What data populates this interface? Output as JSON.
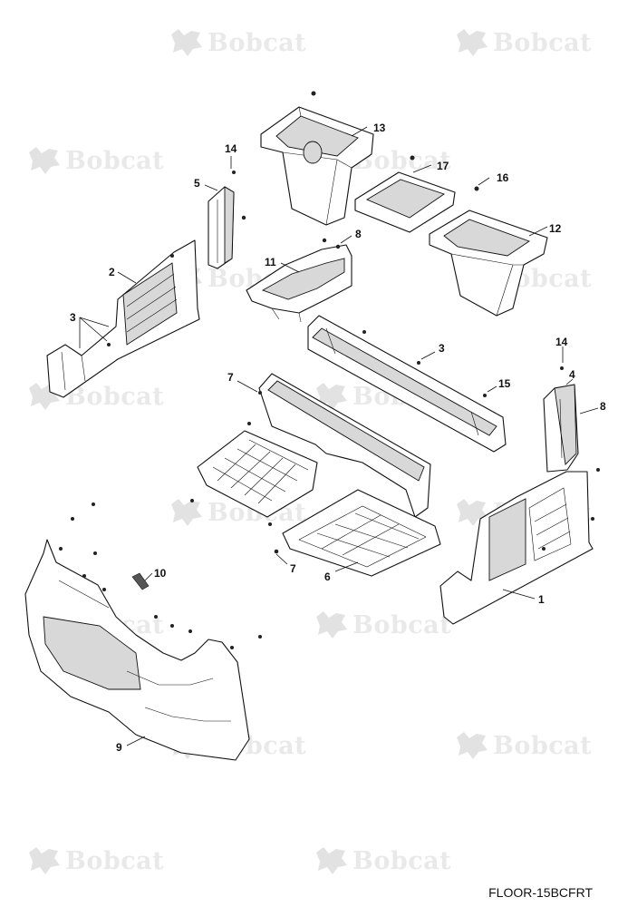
{
  "watermark_text": "Bobcat",
  "diagram_id": "FLOOR-15BCFRT",
  "callouts": {
    "c1": "1",
    "c2": "2",
    "c3a": "3",
    "c3b": "3",
    "c4": "4",
    "c5": "5",
    "c6": "6",
    "c7a": "7",
    "c7b": "7",
    "c8a": "8",
    "c8b": "8",
    "c9": "9",
    "c10": "10",
    "c11": "11",
    "c12": "12",
    "c13": "13",
    "c14a": "14",
    "c14b": "14",
    "c15": "15",
    "c16": "16",
    "c17": "17"
  },
  "colors": {
    "line": "#111111",
    "shade": "#d8d8d8",
    "watermark": "#888888"
  },
  "icons": [
    "bobcat-logo-icon"
  ]
}
